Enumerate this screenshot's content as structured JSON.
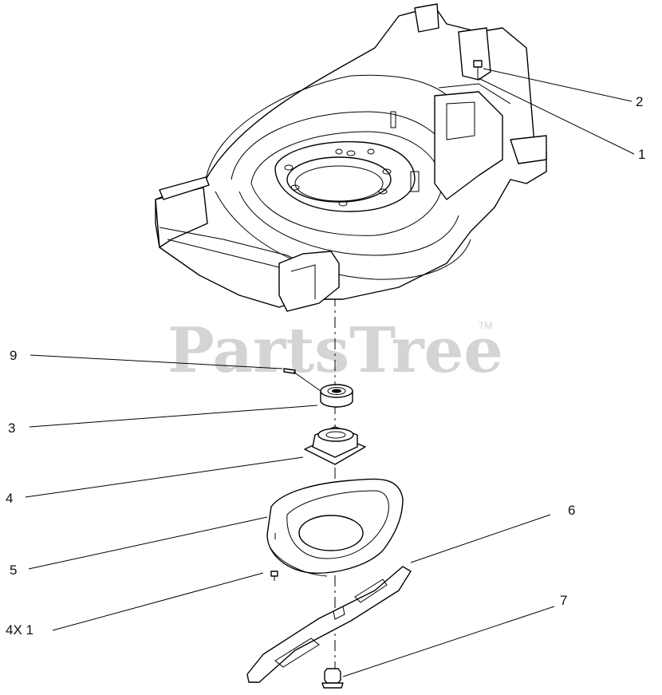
{
  "watermark": {
    "text": "PartsTree",
    "tm": "TM"
  },
  "callouts": [
    {
      "id": "2",
      "label": "2"
    },
    {
      "id": "1",
      "label": "1"
    },
    {
      "id": "9",
      "label": "9"
    },
    {
      "id": "3",
      "label": "3"
    },
    {
      "id": "4",
      "label": "4"
    },
    {
      "id": "5",
      "label": "5"
    },
    {
      "id": "4x1",
      "label": "4X 1"
    },
    {
      "id": "6",
      "label": "6"
    },
    {
      "id": "7",
      "label": "7"
    }
  ]
}
